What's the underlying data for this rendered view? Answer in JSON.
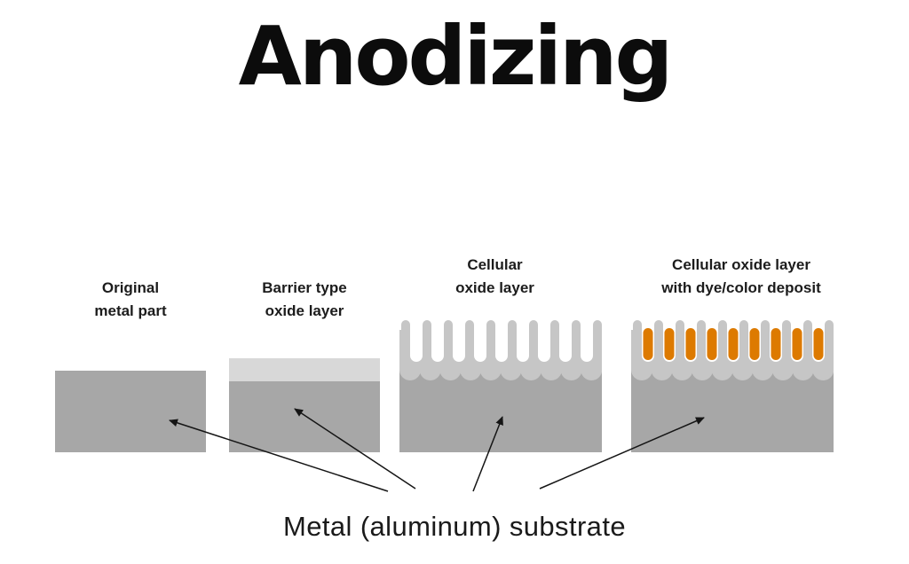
{
  "title": "Anodizing",
  "caption": "Metal (aluminum) substrate",
  "stages": [
    {
      "id": "original-metal-part",
      "label_lines": [
        "Original",
        "metal part"
      ]
    },
    {
      "id": "barrier-type-oxide-layer",
      "label_lines": [
        "Barrier type",
        "oxide layer"
      ]
    },
    {
      "id": "cellular-oxide-layer",
      "label_lines": [
        "Cellular",
        "oxide layer"
      ]
    },
    {
      "id": "cellular-oxide-layer-dyed",
      "label_lines": [
        "Cellular oxide layer",
        "with dye/color deposit"
      ]
    }
  ],
  "colors": {
    "background": "#ffffff",
    "substrate_gray": "#a7a7a7",
    "barrier_layer_gray": "#d8d8d8",
    "cellular_layer_gray": "#c6c6c6",
    "pore_white": "#ffffff",
    "dye_orange": "#dd7a00",
    "text": "#1c1c1c",
    "arrow": "#151515"
  }
}
